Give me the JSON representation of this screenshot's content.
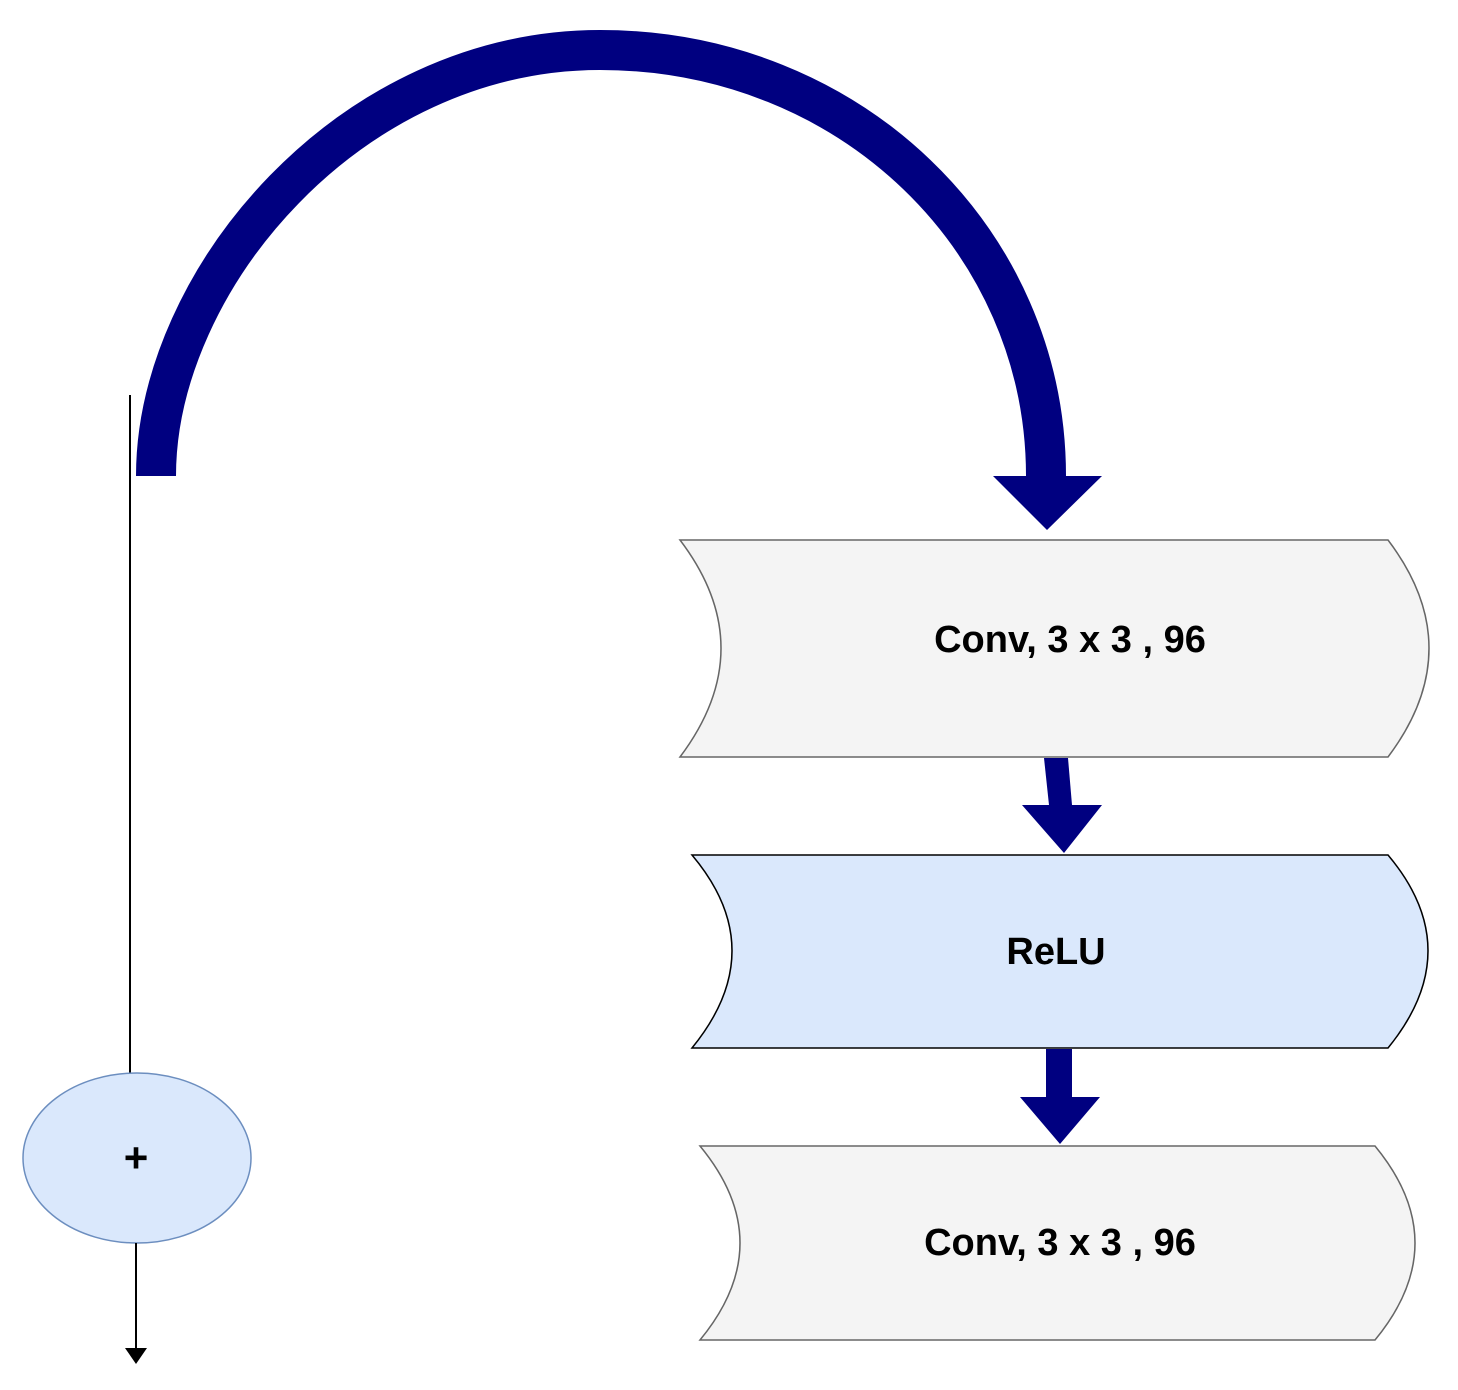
{
  "nodes": {
    "conv1": {
      "label": "Conv, 3 x 3 , 96"
    },
    "relu": {
      "label": "ReLU"
    },
    "conv2": {
      "label": "Conv, 3 x 3 , 96"
    },
    "add": {
      "label": "+"
    }
  },
  "colors": {
    "arrow": "#000080",
    "conv_fill": "#f4f4f4",
    "relu_fill": "#dae8fc",
    "add_fill": "#dae8fc",
    "stroke": "#555555",
    "line": "#000000"
  }
}
